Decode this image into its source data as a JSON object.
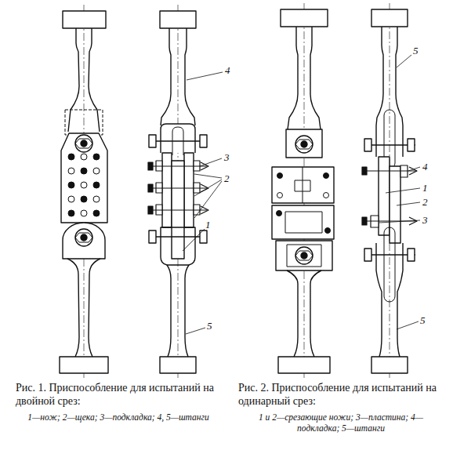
{
  "diagram": {
    "labels": [
      "4",
      "3",
      "2",
      "1",
      "5",
      "5",
      "4",
      "1",
      "2",
      "3",
      "5",
      "Рис. 1. Приспособление для испытаний на двойной срез:",
      "1—нож; 2—щека; 3—подкладка; 4, 5—штанги",
      "Рис. 2. Приспособление для испытаний на одинарный срез:",
      "1 и 2—срезающие ножи; 3—пластина; 4—подкладка; 5—штанги"
    ]
  }
}
